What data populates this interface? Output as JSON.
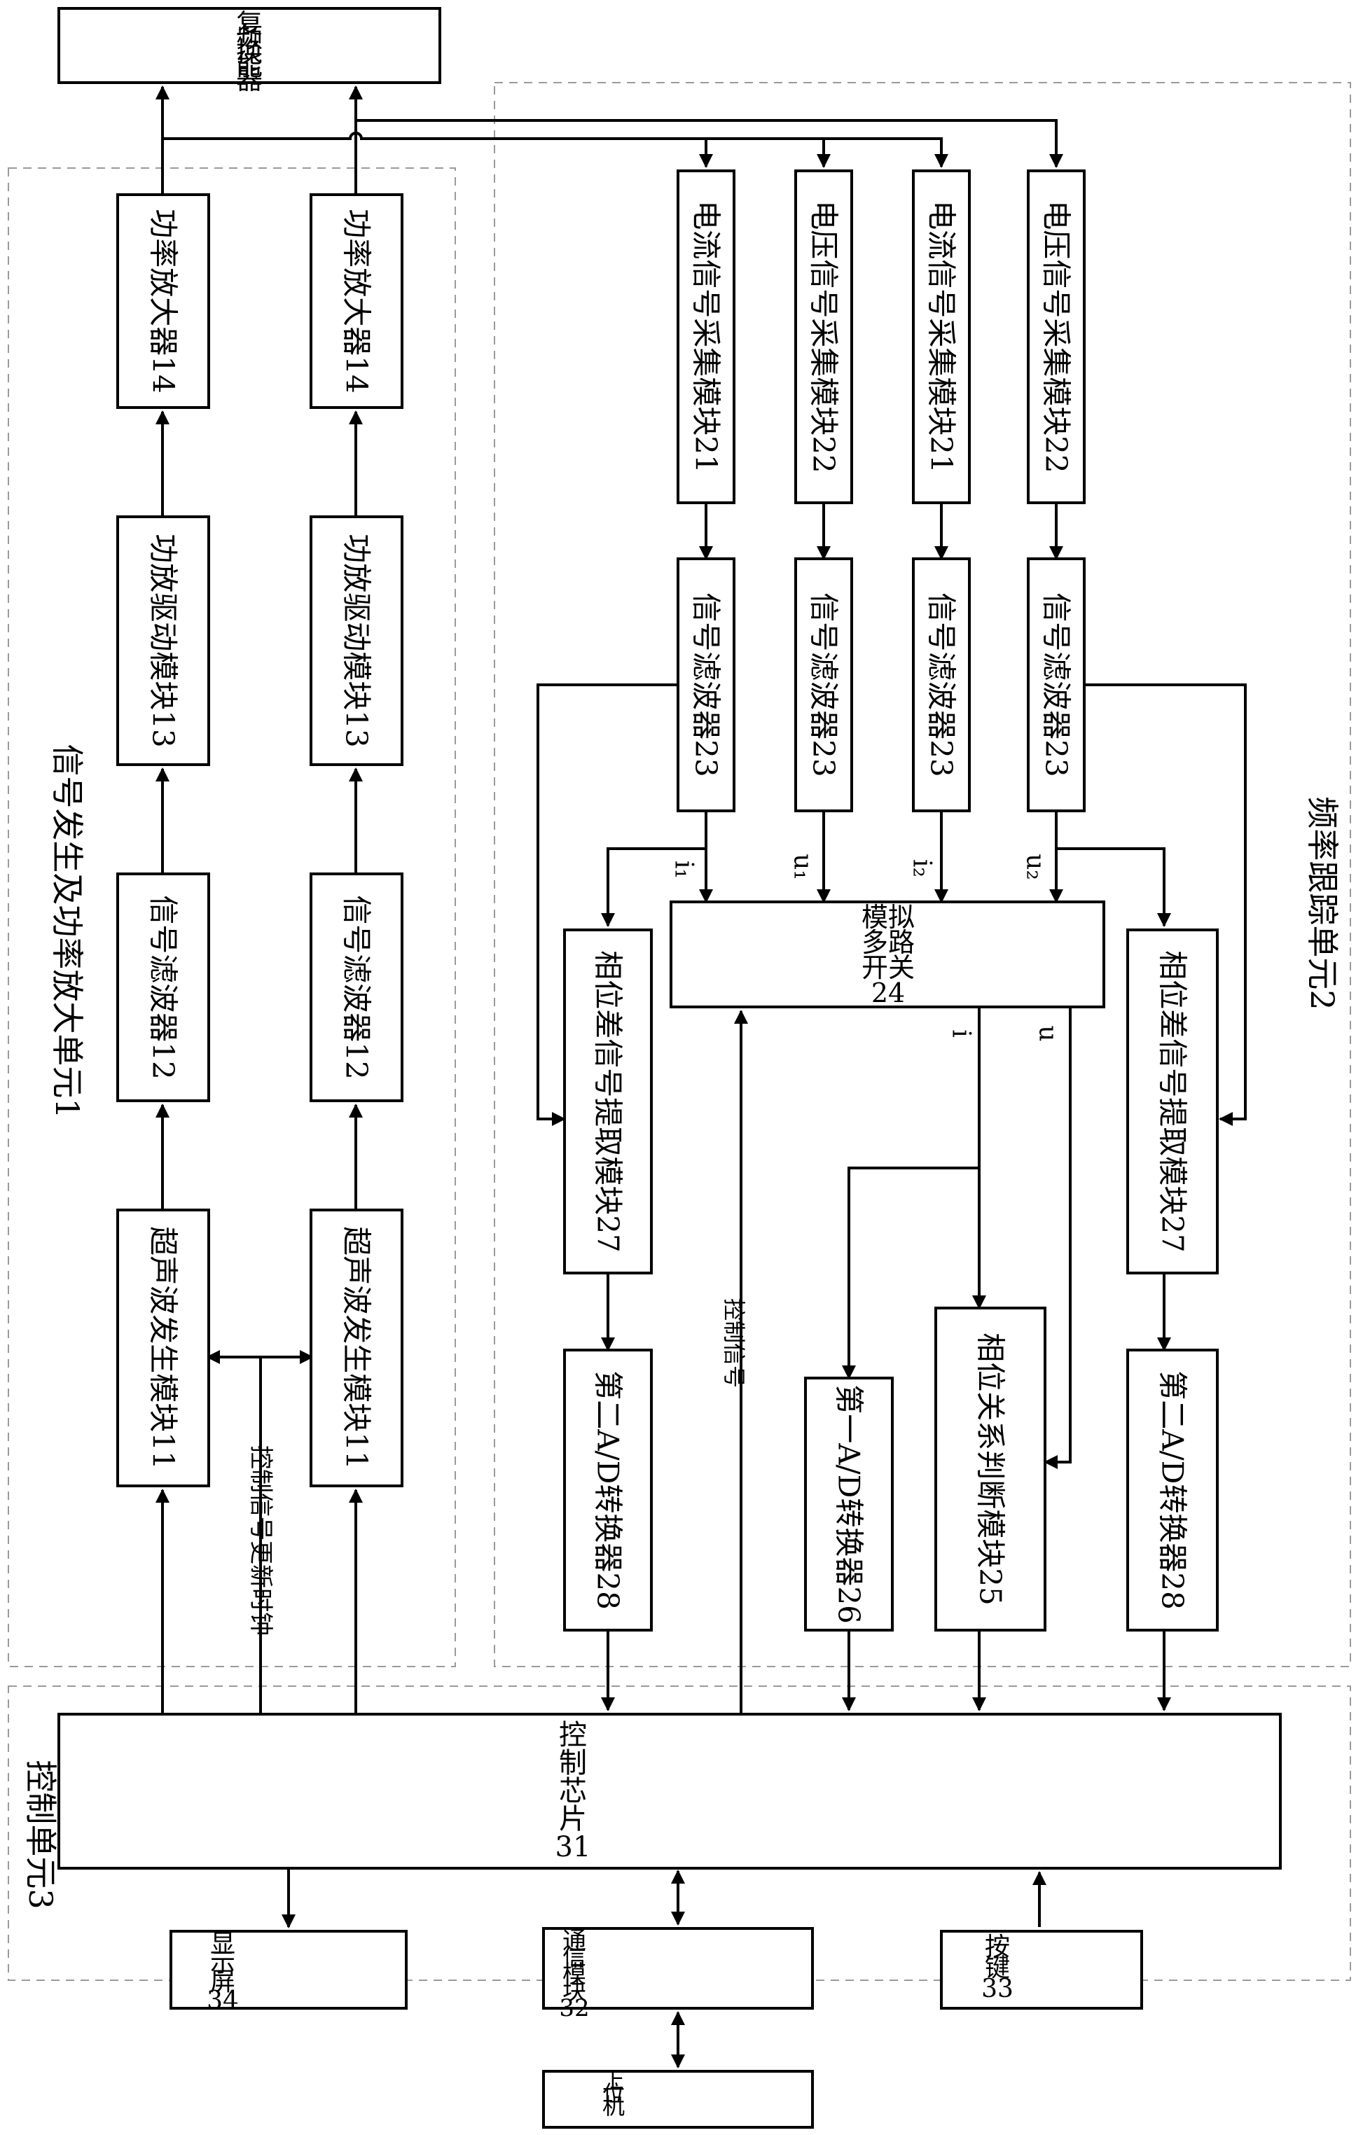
{
  "groups": {
    "unit1": "信号发生及功率放大单元1",
    "unit2": "频率跟踪单元2",
    "unit3": "控制单元3"
  },
  "blocks": {
    "transducer": "复频换能器",
    "pa": "功率放大器14",
    "pa_drive": "功放驱动模块13",
    "signal_filter_1": "信号滤波器12",
    "ultrasonic_gen": "超声波发生模块11",
    "current_acq": "电流信号采集模块21",
    "voltage_acq": "电压信号采集模块22",
    "signal_filter_2": "信号滤波器23",
    "analog_mux": [
      "模拟",
      "多路",
      "开关",
      "24"
    ],
    "phase_diff_extract": "相位差信号提取模块27",
    "adc2": "第二A/D转换器28",
    "adc1": "第一A/D转换器26",
    "phase_judge": "相位关系判断模块25",
    "control_chip": [
      "控",
      "制",
      "芯",
      "片",
      "31"
    ],
    "display": [
      "显",
      "示",
      "屏",
      "34"
    ],
    "comm": [
      "通",
      "信",
      "模",
      "块",
      "32"
    ],
    "keys": [
      "按",
      "键",
      "33"
    ],
    "host": [
      "上",
      "位",
      "机"
    ]
  },
  "labels": {
    "clock": "控制信号更新时钟",
    "control_signal": "控制信号",
    "i1": "i₁",
    "u1": "u₁",
    "i2": "i₂",
    "u2": "u₂",
    "i": "i",
    "u": "u"
  },
  "colors": {
    "line": "#000000",
    "group_border": "#9a9a9a",
    "background": "#ffffff"
  }
}
